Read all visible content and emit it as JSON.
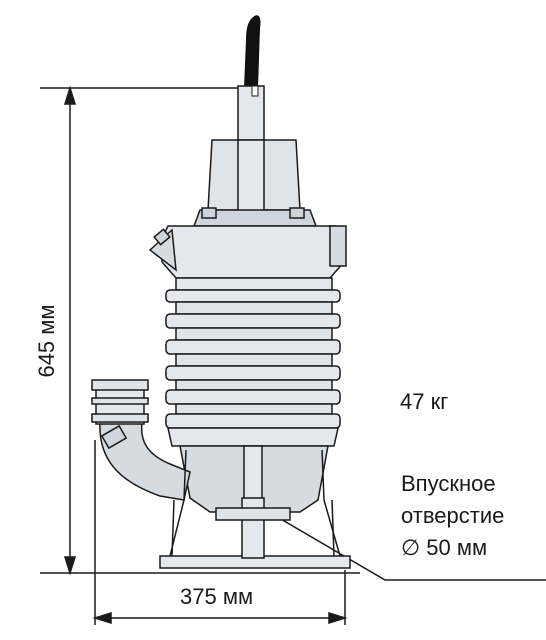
{
  "dimensions": {
    "height": "645 мм",
    "width": "375 мм"
  },
  "weight": "47 кг",
  "inlet": {
    "line1": "Впускное",
    "line2": "отверстие",
    "line3": "∅ 50 мм"
  },
  "colors": {
    "body": "#e4e8ec",
    "outline": "#1a1a1a",
    "cable": "#111111",
    "shade": "#b8c0c8"
  }
}
